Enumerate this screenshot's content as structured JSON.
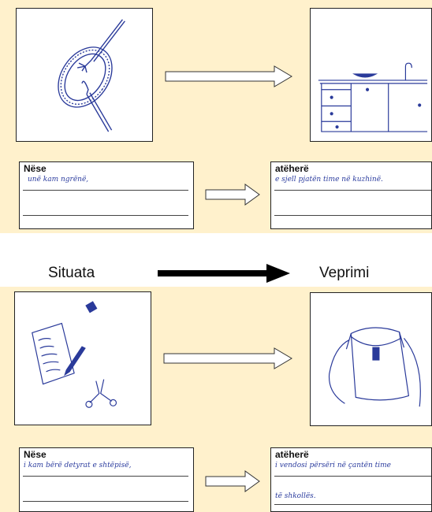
{
  "top": {
    "if_heading": "Nëse",
    "if_text": "unë kam ngrënë,",
    "then_heading": "atëherë",
    "then_text_1": "e sjell pjatën time në kuzhinë.",
    "then_text_2": ""
  },
  "middle": {
    "situation_label": "Situata",
    "action_label": "Veprimi"
  },
  "bottom": {
    "if_heading": "Nëse",
    "if_text": "i kam bërë detyrat e shtëpisë,",
    "then_heading": "atëherë",
    "then_text_1": "i vendosi përsëri në çantën time",
    "then_text_2": "të shkollës."
  },
  "colors": {
    "panel": "#fff1cc",
    "handwriting": "#2b3c9e",
    "drawing": "#2a3a9a"
  },
  "icons": {
    "top_situation": "plate-with-fork-and-knife-icon",
    "top_action": "kitchen-counter-icon",
    "bottom_situation": "homework-supplies-icon",
    "bottom_action": "school-bag-icon"
  }
}
